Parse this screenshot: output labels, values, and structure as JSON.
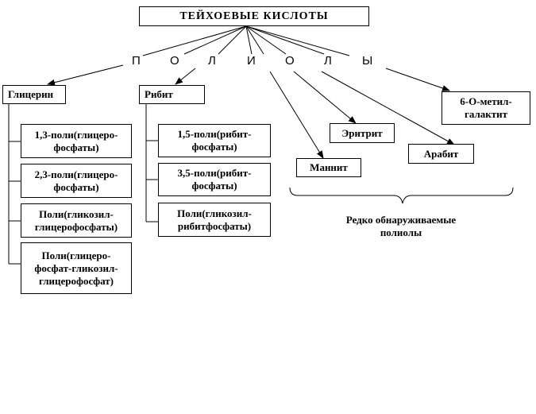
{
  "title": "ТЕЙХОЕВЫЕ КИСЛОТЫ",
  "polyols_letters": [
    "П",
    "О",
    "Л",
    "И",
    "О",
    "Л",
    "Ы"
  ],
  "glycerol": {
    "label": "Глицерин",
    "items": [
      "1,3-поли(глицеро-\nфосфаты)",
      "2,3-поли(глицеро-\nфосфаты)",
      "Поли(гликозил-\nглицерофосфаты)",
      "Поли(глицеро-\nфосфат-гликозил-\nглицерофосфат)"
    ]
  },
  "ribitol": {
    "label": "Рибит",
    "items": [
      "1,5-поли(рибит-\nфосфаты)",
      "3,5-поли(рибит-\nфосфаты)",
      "Поли(гликозил-\nрибитфосфаты)"
    ]
  },
  "rare": {
    "mannitol": "Маннит",
    "erythritol": "Эритрит",
    "arabitol": "Арабит",
    "methylgalactitol": "6-О-метил-\nгалактит",
    "caption": "Редко обнаруживаемые\nполиолы"
  }
}
